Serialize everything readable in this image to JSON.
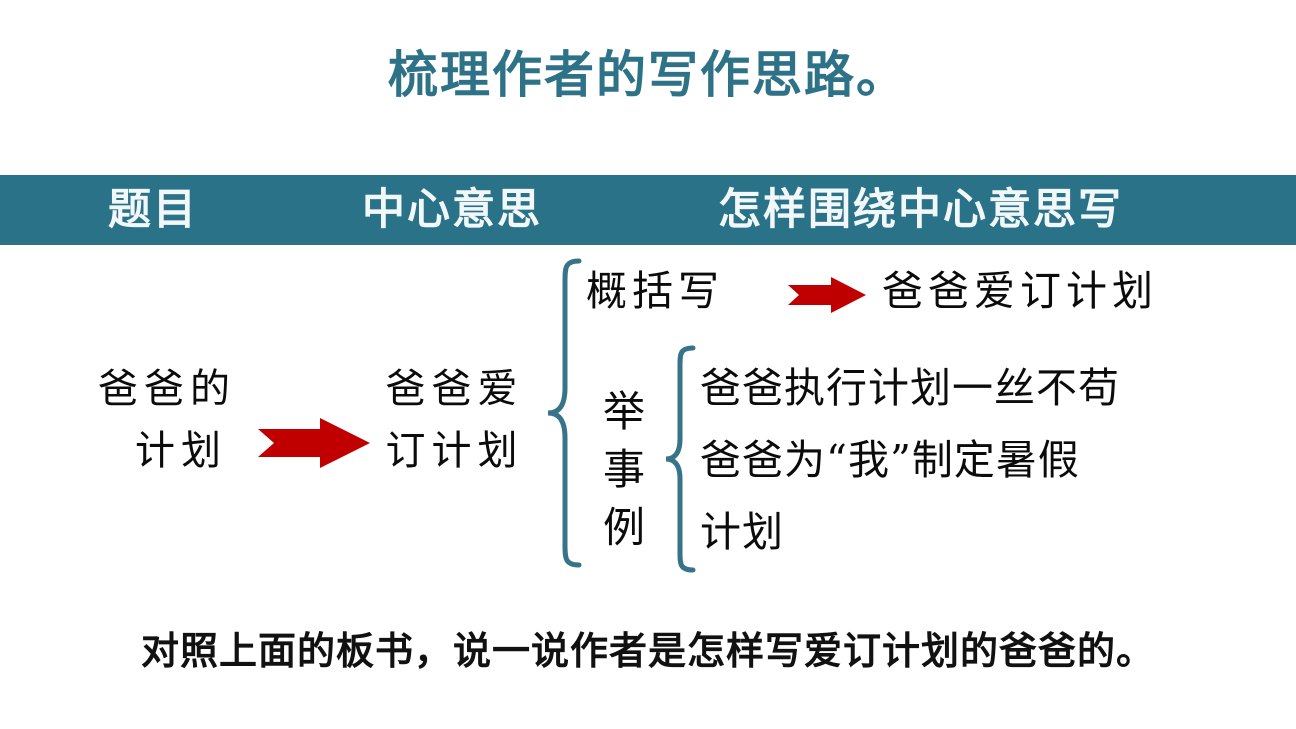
{
  "slide": {
    "title": "梳理作者的写作思路。",
    "title_color": "#2e7287",
    "background_color": "#ffffff"
  },
  "header": {
    "background_color": "#2a7287",
    "text_color": "#f2f8fa",
    "columns": [
      {
        "label": "题目"
      },
      {
        "label": "中心意思"
      },
      {
        "label": "怎样围绕中心意思写"
      }
    ]
  },
  "board": {
    "topic": {
      "line1": "爸爸的",
      "line2": "计划"
    },
    "main_idea": {
      "line1": "爸爸爱",
      "line2": "订计划"
    },
    "arrows": {
      "color": "#c00000",
      "topic_to_idea": "right-arrow",
      "summary_to_result": "right-arrow"
    },
    "brace_color": "#37748a",
    "methods": {
      "summary": {
        "label": "概括写",
        "result": "爸爸爱订计划"
      },
      "examples": {
        "label_chars": [
          "举",
          "事",
          "例"
        ],
        "label": "举事例",
        "items": [
          "爸爸执行计划一丝不苟",
          "爸爸为“我”制定暑假",
          "计划"
        ]
      }
    }
  },
  "footer": {
    "prompt": "对照上面的板书，说一说作者是怎样写爱订计划的爸爸的。"
  }
}
